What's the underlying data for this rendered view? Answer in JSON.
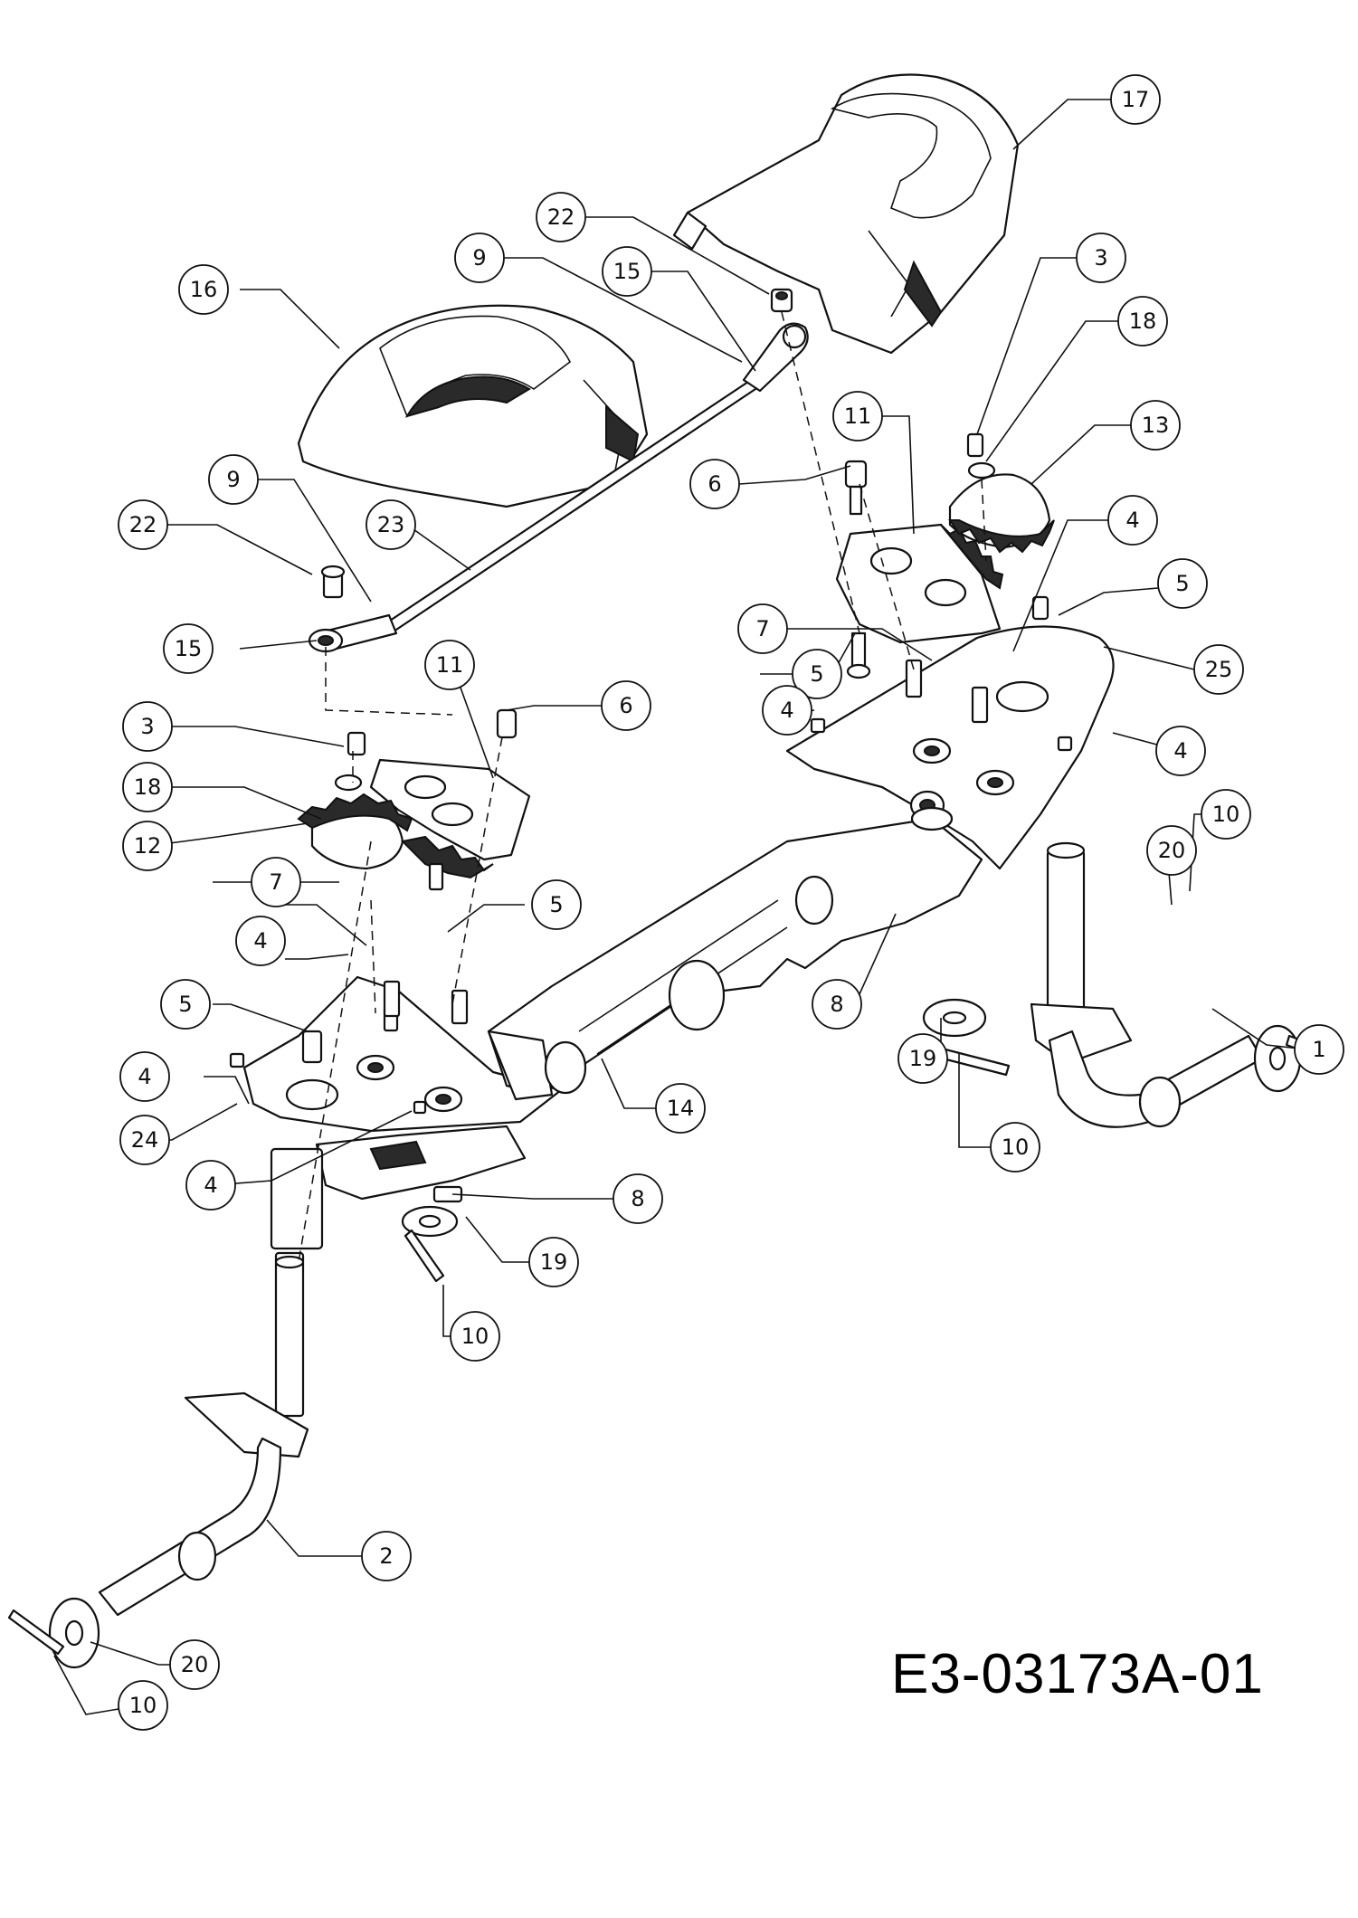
{
  "diagram_code": "E3-03173A-01",
  "callouts": [
    {
      "id": "c17",
      "label": "17"
    },
    {
      "id": "c22a",
      "label": "22"
    },
    {
      "id": "c9a",
      "label": "9"
    },
    {
      "id": "c15a",
      "label": "15"
    },
    {
      "id": "c16",
      "label": "16"
    },
    {
      "id": "c3a",
      "label": "3"
    },
    {
      "id": "c18a",
      "label": "18"
    },
    {
      "id": "c11a",
      "label": "11"
    },
    {
      "id": "c13",
      "label": "13"
    },
    {
      "id": "c6a",
      "label": "6"
    },
    {
      "id": "c9b",
      "label": "9"
    },
    {
      "id": "c4a",
      "label": "4"
    },
    {
      "id": "c22b",
      "label": "22"
    },
    {
      "id": "c23",
      "label": "23"
    },
    {
      "id": "c5a",
      "label": "5"
    },
    {
      "id": "c7a",
      "label": "7"
    },
    {
      "id": "c25",
      "label": "25"
    },
    {
      "id": "c15b",
      "label": "15"
    },
    {
      "id": "c11b",
      "label": "11"
    },
    {
      "id": "c5b",
      "label": "5"
    },
    {
      "id": "c6b",
      "label": "6"
    },
    {
      "id": "c4b",
      "label": "4"
    },
    {
      "id": "c4c",
      "label": "4"
    },
    {
      "id": "c3b",
      "label": "3"
    },
    {
      "id": "c18b",
      "label": "18"
    },
    {
      "id": "c10a",
      "label": "10"
    },
    {
      "id": "c12",
      "label": "12"
    },
    {
      "id": "c20a",
      "label": "20"
    },
    {
      "id": "c7b",
      "label": "7"
    },
    {
      "id": "c5c",
      "label": "5"
    },
    {
      "id": "c4d",
      "label": "4"
    },
    {
      "id": "c8a",
      "label": "8"
    },
    {
      "id": "c5d",
      "label": "5"
    },
    {
      "id": "c1",
      "label": "1"
    },
    {
      "id": "c19a",
      "label": "19"
    },
    {
      "id": "c14",
      "label": "14"
    },
    {
      "id": "c4e",
      "label": "4"
    },
    {
      "id": "c24",
      "label": "24"
    },
    {
      "id": "c10b",
      "label": "10"
    },
    {
      "id": "c4f",
      "label": "4"
    },
    {
      "id": "c8b",
      "label": "8"
    },
    {
      "id": "c19b",
      "label": "19"
    },
    {
      "id": "c10c",
      "label": "10"
    },
    {
      "id": "c2",
      "label": "2"
    },
    {
      "id": "c20b",
      "label": "20"
    },
    {
      "id": "c10d",
      "label": "10"
    }
  ]
}
